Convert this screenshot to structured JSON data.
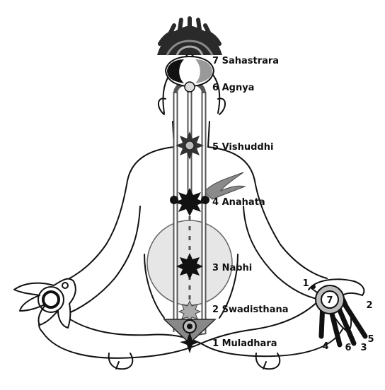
{
  "chakras": [
    {
      "number": "7",
      "name": "Sahastrara"
    },
    {
      "number": "6",
      "name": "Agnya"
    },
    {
      "number": "5",
      "name": "Vishuddhi"
    },
    {
      "number": "4",
      "name": "Anahata"
    },
    {
      "number": "3",
      "name": "Nabhi"
    },
    {
      "number": "2",
      "name": "Swadisthana"
    },
    {
      "number": "1",
      "name": "Muladhara"
    }
  ],
  "hand_center": "7",
  "fingers": [
    "1",
    "2",
    "3",
    "4",
    "5",
    "6"
  ],
  "colors": {
    "outline": "#111111",
    "channel": "#666666",
    "pool": "#e6e6e6",
    "lotus_dark": "#2a2a2a",
    "lotus_mid": "#8a8a8a"
  }
}
